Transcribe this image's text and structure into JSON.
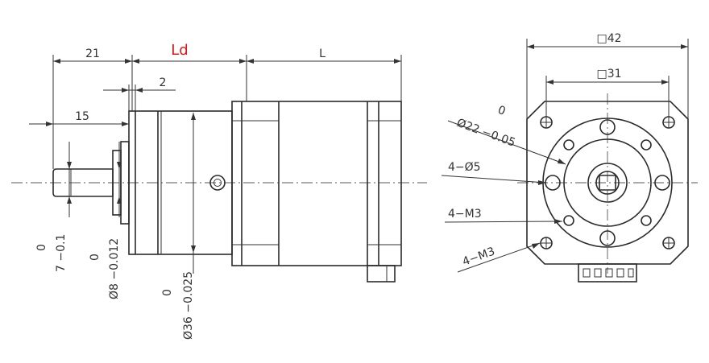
{
  "side_view": {
    "dim_21": "21",
    "dim_ld": "Ld",
    "dim_l": "L",
    "dim_2": "2",
    "dim_15": "15",
    "dim_shaft_flat_top": "0",
    "dim_shaft_flat": "7 −0.1",
    "dim_shaft_dia_top": "0",
    "dim_shaft_dia": "Ø8 −0.012",
    "dim_pilot_top": "0",
    "dim_pilot": "Ø36 −0.025"
  },
  "front_view": {
    "dim_square_outer": "□42",
    "dim_square_inner": "□31",
    "dim_boss_top": "0",
    "dim_boss": "Ø22 −0.05",
    "dim_holes": "4−Ø5",
    "dim_thread_1": "4−M3",
    "dim_thread_2": "4−M3"
  },
  "colors": {
    "line": "#2b2b2b",
    "highlight": "#e01818"
  }
}
